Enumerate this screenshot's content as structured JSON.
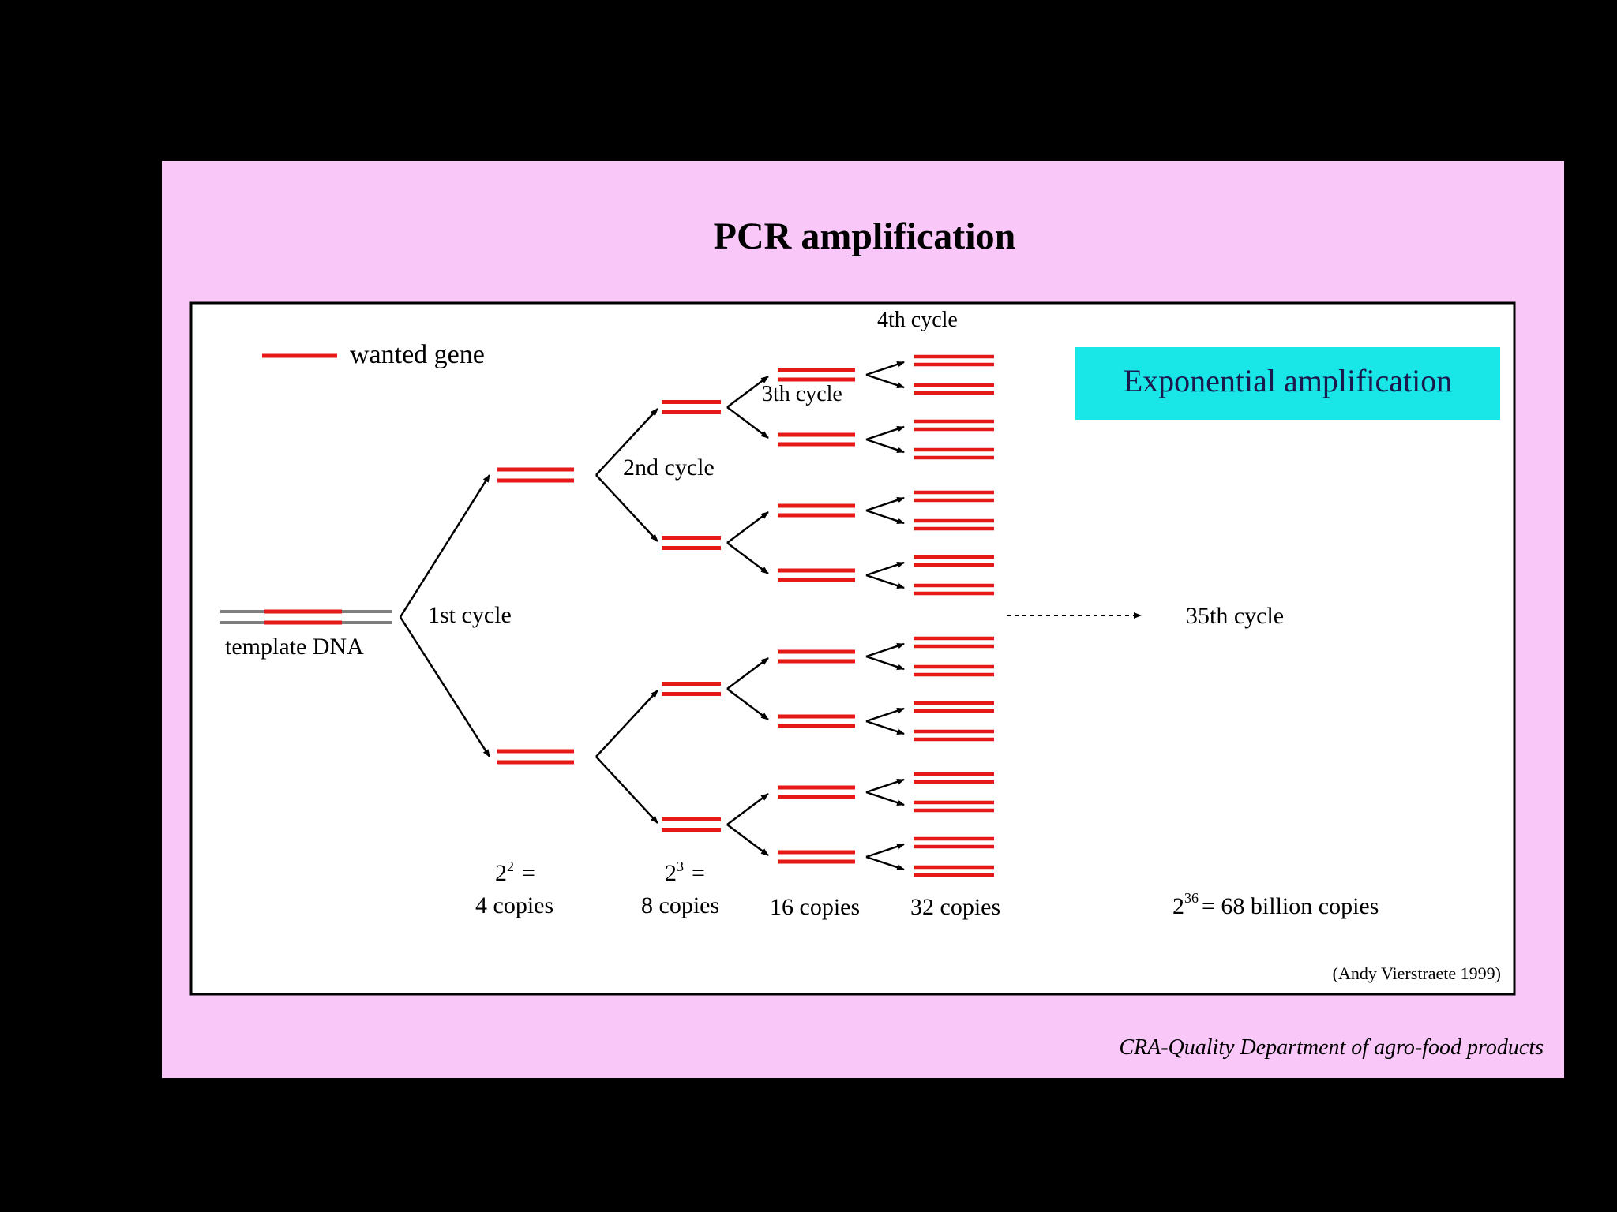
{
  "slide": {
    "title": "PCR amplification",
    "footer": "CRA-Quality Department of agro-food products",
    "background_color": "#f9c8f9",
    "frame_background": "#ffffff"
  },
  "diagram": {
    "legend_label": "wanted gene",
    "template_label": "template DNA",
    "badge_label": "Exponential amplification",
    "badge_color": "#19e6e6",
    "strand_color": "#e61919",
    "template_strand_color": "#7f7f7f",
    "cycles": {
      "c1": "1st cycle",
      "c2": "2nd cycle",
      "c3": "3th cycle",
      "c4": "4th cycle",
      "c35": "35th cycle"
    },
    "counts": {
      "four": {
        "base": "2",
        "exp": "2",
        "eq": "=",
        "label": "4 copies"
      },
      "eight": {
        "base": "2",
        "exp": "3",
        "eq": "=",
        "label": "8 copies"
      },
      "sixteen": {
        "label": "16 copies"
      },
      "thirtytwo": {
        "label": "32 copies"
      },
      "final": {
        "base": "2",
        "exp": "36",
        "label": "= 68 billion copies"
      }
    },
    "credit": "(Andy Vierstraete 1999)"
  }
}
